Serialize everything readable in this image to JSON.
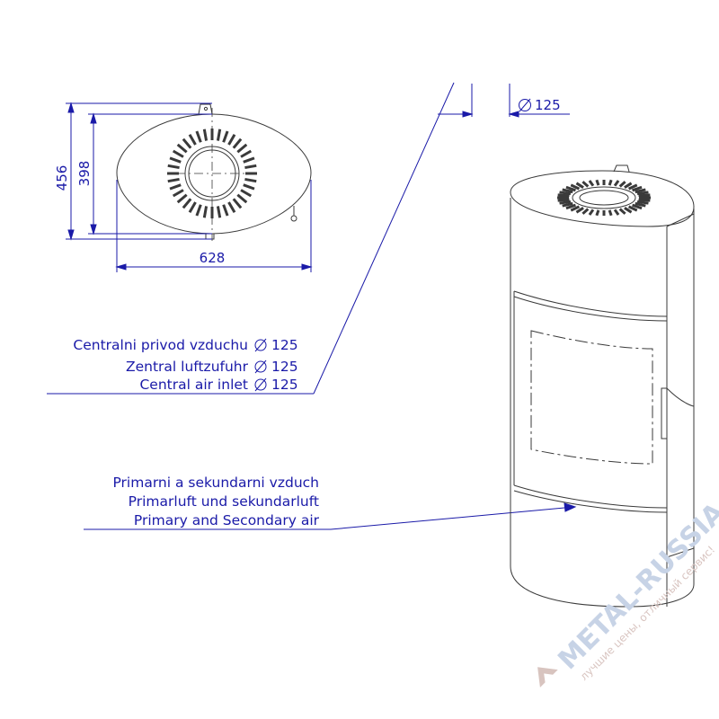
{
  "dimensions": {
    "width": "628",
    "depth_outer": "456",
    "depth_inner": "398",
    "flue_diameter": "125",
    "diameter_symbol": "∅"
  },
  "labels": {
    "central_air": [
      "Centralni privod vzduchu",
      "Zentral luftzufuhr",
      "Central air inlet"
    ],
    "central_air_size": "125",
    "primary_air": [
      "Primarni a sekundarni vzduch",
      "Primarluft und sekundarluft",
      "Primary and Secondary air"
    ]
  },
  "watermark": {
    "brand": "METAL-RUSSIA.RU",
    "tagline": "лучшие цены, отличный сервис!"
  },
  "colors": {
    "dimension_lines": "#1a1aa8",
    "outline": "#3a3a3a",
    "watermark": "#c7d3e6"
  }
}
